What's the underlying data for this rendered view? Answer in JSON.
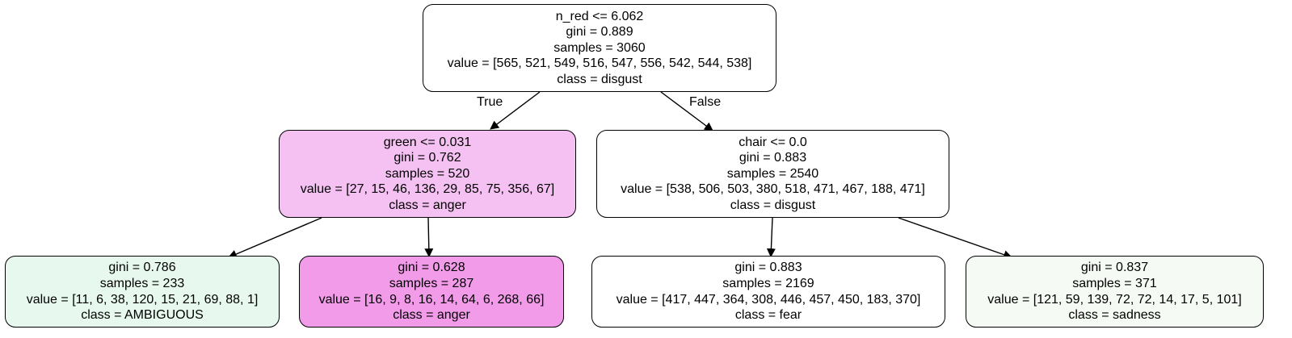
{
  "tree": {
    "root": {
      "split": "n_red <= 6.062",
      "gini": "gini = 0.889",
      "samples": "samples = 3060",
      "value": "value = [565, 521, 549, 516, 547, 556, 542, 544, 538]",
      "class": "class = disgust",
      "fill": "#ffffff"
    },
    "left": {
      "split": "green <= 0.031",
      "gini": "gini = 0.762",
      "samples": "samples = 520",
      "value": "value = [27, 15, 46, 136, 29, 85, 75, 356, 67]",
      "class": "class = anger",
      "fill": "#f5c1f2"
    },
    "right": {
      "split": "chair <= 0.0",
      "gini": "gini = 0.883",
      "samples": "samples = 2540",
      "value": "value = [538, 506, 503, 380, 518, 471, 467, 188, 471]",
      "class": "class = disgust",
      "fill": "#ffffff"
    },
    "left_left": {
      "gini": "gini = 0.786",
      "samples": "samples = 233",
      "value": "value = [11, 6, 38, 120, 15, 21, 69, 88, 1]",
      "class": "class = AMBIGUOUS",
      "fill": "#e7f9ee"
    },
    "left_right": {
      "gini": "gini = 0.628",
      "samples": "samples = 287",
      "value": "value = [16, 9, 8, 16, 14, 64, 6, 268, 66]",
      "class": "class = anger",
      "fill": "#f19be9"
    },
    "right_left": {
      "gini": "gini = 0.883",
      "samples": "samples = 2169",
      "value": "value = [417, 447, 364, 308, 446, 457, 450, 183, 370]",
      "class": "class = fear",
      "fill": "#ffffff"
    },
    "right_right": {
      "gini": "gini = 0.837",
      "samples": "samples = 371",
      "value": "value = [121, 59, 139, 72, 72, 14, 17, 5, 101]",
      "class": "class = sadness",
      "fill": "#f5fbf4"
    }
  },
  "edge_labels": {
    "true": "True",
    "false": "False"
  }
}
